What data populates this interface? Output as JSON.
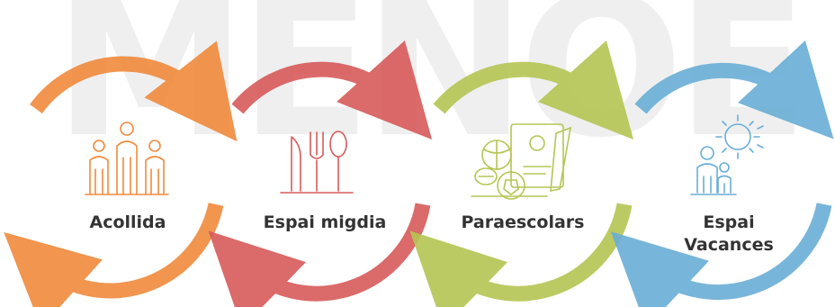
{
  "watermark": "MENOE",
  "colors": {
    "acollida": "#f08a3c",
    "espai_migdia": "#d85a5a",
    "paraescolars": "#b5c553",
    "espai_vacances": "#6aaed6",
    "label_text": "#333333",
    "watermark": "#efefef"
  },
  "services": [
    {
      "label": "Acollida",
      "icon": "family-icon"
    },
    {
      "label": "Espai migdia",
      "icon": "cutlery-icon"
    },
    {
      "label": "Paraescolars",
      "icon": "sports-notebook-icon"
    },
    {
      "label": "Espai Vacances",
      "label_lines": [
        "Espai",
        "Vacances"
      ],
      "icon": "sun-family-icon"
    }
  ]
}
